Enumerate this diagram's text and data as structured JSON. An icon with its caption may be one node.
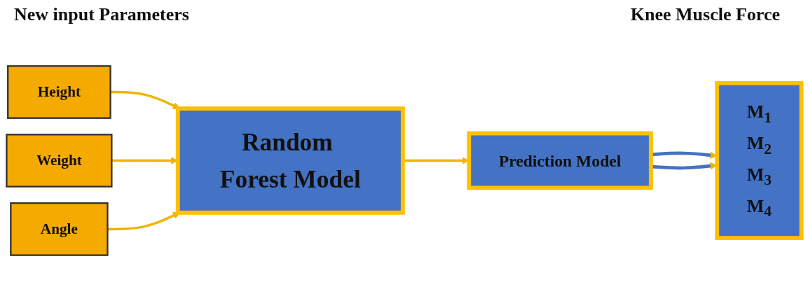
{
  "diagram": {
    "nodes": [
      {
        "text": [
          "Height"
        ]
      },
      {
        "text": [
          "Weight"
        ]
      },
      {
        "text": [
          "Angle"
        ]
      },
      {
        "text": [
          "Random Forest Model"
        ]
      },
      {
        "text": [
          "Prediction Model"
        ]
      },
      {
        "text": [
          "M$_{1}$",
          "M$_{2}$",
          "M$_{3}$",
          "M$_{4}$"
        ]
      }
    ],
    "edges": [
      {
        "from": 0,
        "to": 3,
        "arrow": "to"
      },
      {
        "from": 1,
        "to": 3,
        "arrow": "to"
      },
      {
        "from": 2,
        "to": 3,
        "arrow": "to"
      },
      {
        "from": 3,
        "to": 4,
        "arrow": "to"
      },
      {
        "from": 4,
        "to": 5,
        "arrow": "to",
        "color": "#4472c4"
      },
      {
        "from": 4,
        "to": 5,
        "arrow": "to",
        "color": "#4472c4"
      }
    ],
    "labels": [
      "New input Parameters",
      "Knee Muscle Force"
    ]
  }
}
